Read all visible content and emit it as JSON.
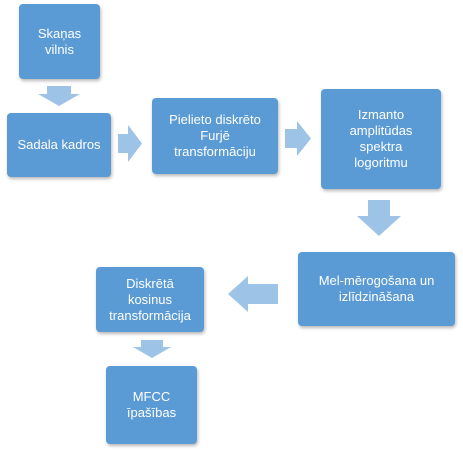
{
  "diagram": {
    "colors": {
      "box_fill": "#5b9bd5",
      "box_text": "#ffffff",
      "arrow_fill": "#9dc3e6"
    },
    "nodes": [
      {
        "id": "sound-wave",
        "label": "Skaņas\nvilnis"
      },
      {
        "id": "split-frames",
        "label": "Sadala kadros"
      },
      {
        "id": "dft",
        "label": "Pielieto diskrēto\nFurjē\ntransformāciju"
      },
      {
        "id": "log-spectrum",
        "label": "Izmanto\namplitūdas\nspektra\nlogoritmu"
      },
      {
        "id": "mel-scaling",
        "label": "Mel-mērogošana  un\nizlīdzināšana"
      },
      {
        "id": "dct",
        "label": "Diskrētā\nkosinus\ntransformācija"
      },
      {
        "id": "mfcc",
        "label": "MFCC\nīpašības"
      }
    ],
    "edges": [
      {
        "from": "sound-wave",
        "to": "split-frames"
      },
      {
        "from": "split-frames",
        "to": "dft"
      },
      {
        "from": "dft",
        "to": "log-spectrum"
      },
      {
        "from": "log-spectrum",
        "to": "mel-scaling"
      },
      {
        "from": "mel-scaling",
        "to": "dct"
      },
      {
        "from": "dct",
        "to": "mfcc"
      }
    ]
  }
}
